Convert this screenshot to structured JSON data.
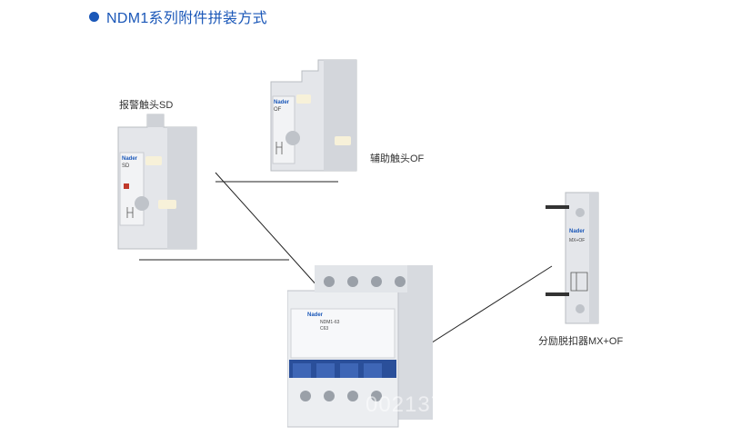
{
  "heading": {
    "title": "NDM1系列附件拼装方式"
  },
  "labels": {
    "sd": "报警触头SD",
    "of": "辅助触头OF",
    "mx": "分励脱扣器MX+OF"
  },
  "devices": {
    "brand": "Nader",
    "sd_code": "SD",
    "of_code": "OF",
    "mx_code": "MX+OF",
    "breaker_model": "NDM1-63",
    "breaker_rating": "C63"
  },
  "watermark": "002137"
}
